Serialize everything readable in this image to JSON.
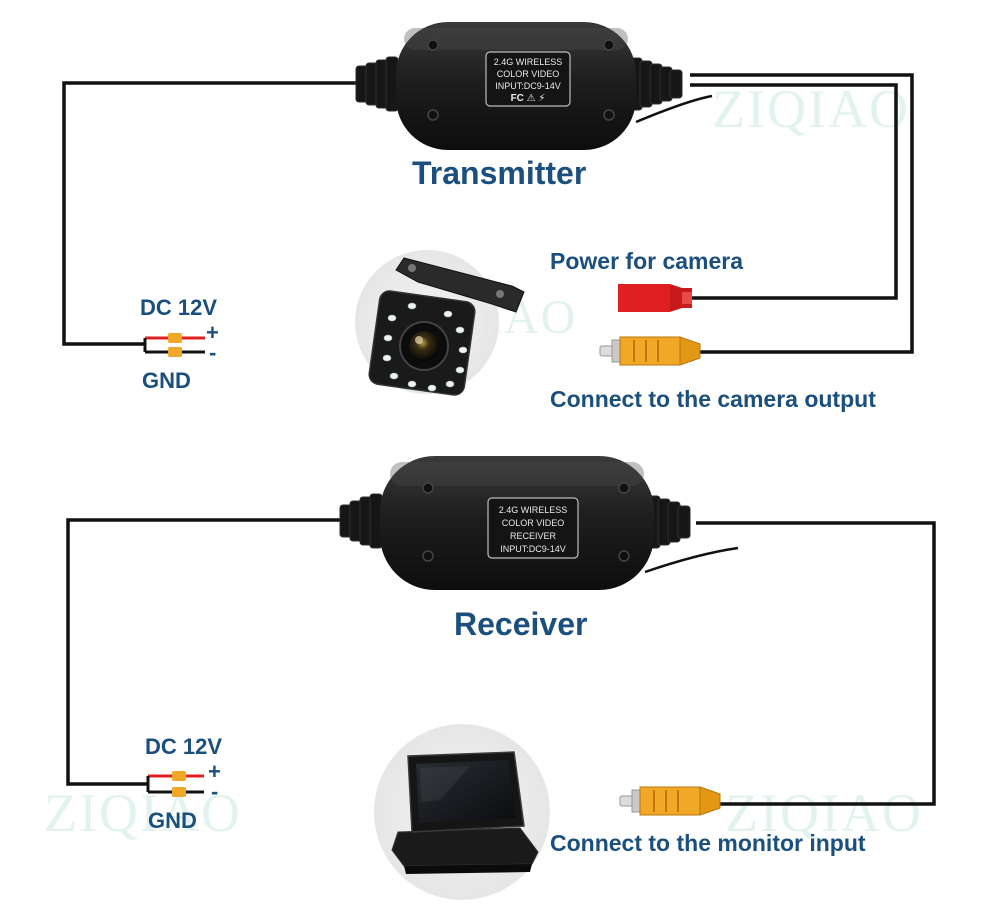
{
  "watermark": "ZIQIAO",
  "transmitter": {
    "title": "Transmitter",
    "label_lines": [
      "2.4G WIRELESS",
      "COLOR  VIDEO",
      "INPUT:DC9-14V",
      "FC  ⚠  ⚡"
    ],
    "power": {
      "voltage": "DC 12V",
      "plus": "+",
      "minus": "-",
      "ground": "GND"
    },
    "power_for_camera": "Power for camera",
    "camera_output": "Connect to the camera output"
  },
  "receiver": {
    "title": "Receiver",
    "label_lines": [
      "2.4G WIRELESS",
      "COLOR  VIDEO",
      "RECEIVER",
      "INPUT:DC9-14V"
    ],
    "power": {
      "voltage": "DC 12V",
      "plus": "+",
      "minus": "-",
      "ground": "GND"
    },
    "monitor_input": "Connect to the monitor input"
  },
  "colors": {
    "title_text": "#1b4f7d",
    "wire": "#111111",
    "power_plus": "#e02020",
    "rca_yellow": "#f0a826",
    "watermark": "#e2f3ef",
    "device_body": "#1c1c1c"
  },
  "icons": [
    "camera-icon",
    "monitor-icon",
    "red-power-plug-icon",
    "yellow-rca-plug-icon"
  ]
}
